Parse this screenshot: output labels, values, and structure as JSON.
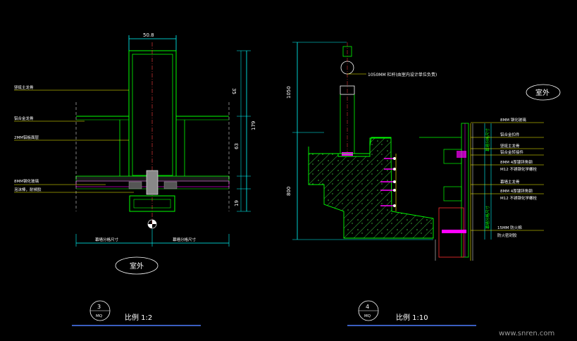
{
  "drawing_left": {
    "top_dimension": "50.8",
    "right_dimensions": [
      "35",
      "179",
      "63",
      "19"
    ],
    "left_labels": [
      "竖挺主龙骨",
      "铝合金龙骨",
      "2MM铝板面层",
      "8MM钢化玻璃",
      "泡沫棒，耐候胶"
    ],
    "bottom_left_label": "幕墙分格尺寸",
    "bottom_right_label": "幕墙分格尺寸",
    "side_label": "室外",
    "detail_number": "3",
    "detail_sheet": "MQ",
    "scale_text": "比例 1:2"
  },
  "drawing_right": {
    "left_dimensions": [
      "1050",
      "800"
    ],
    "handrail_label": "1050MM 栏杆(由室内设计单位负责)",
    "side_label": "室外",
    "right_labels": [
      "8MM 钢化玻璃",
      "铝合金扣件",
      "竖挺主龙骨",
      "铝合金转接件",
      "8MM 4厚镀锌角钢",
      "M12 不锈钢化学螺栓",
      "幕墙主龙骨",
      "8MM 4厚镀锌角钢",
      "M12 不锈钢化学螺栓",
      "15MM 防火棉",
      "防火密封胶"
    ],
    "vertical_labels": [
      "幕墙分格尺寸",
      "幕墙分格尺寸"
    ],
    "detail_number": "4",
    "detail_sheet": "MQ",
    "scale_text": "比例 1:10"
  },
  "watermark": "www.snren.com"
}
